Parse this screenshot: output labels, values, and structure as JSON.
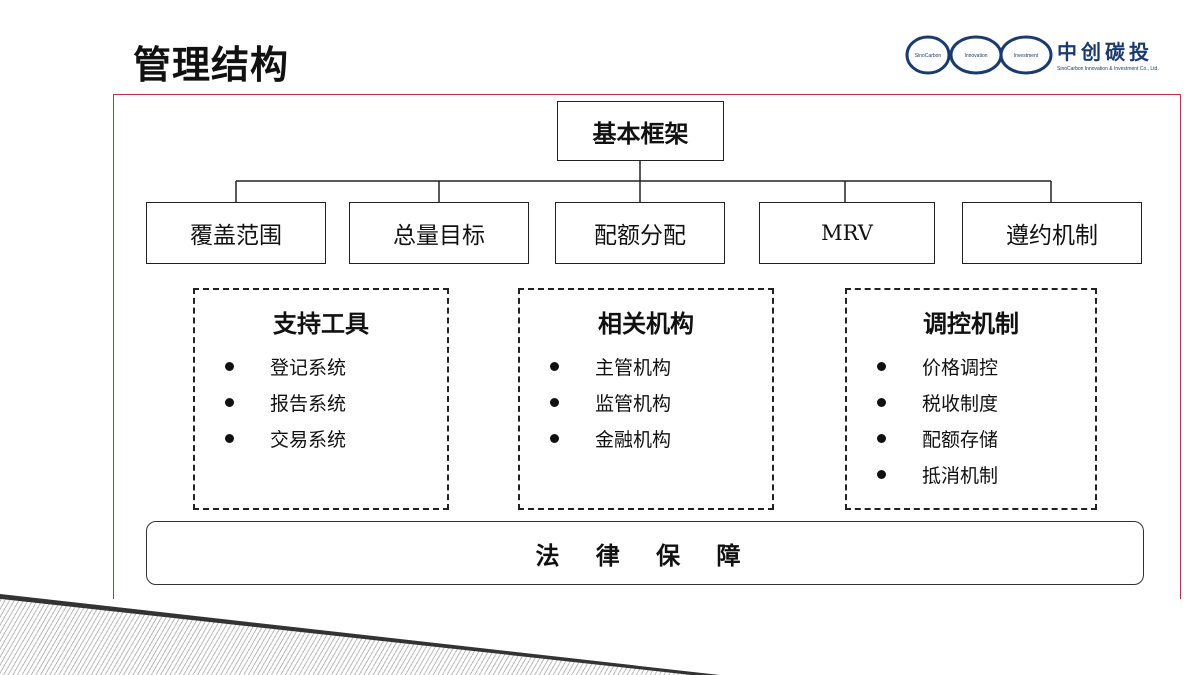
{
  "header": {
    "title": "管理结构"
  },
  "logo": {
    "ellipse_labels": [
      "SinoCarbon",
      "Innovation",
      "Investment"
    ],
    "cn_name": "中创碳投",
    "en_name": "SinoCarbon Innovation & Investment Co., Ltd."
  },
  "diagram": {
    "root": "基本框架",
    "children": [
      "覆盖范围",
      "总量目标",
      "配额分配",
      "MRV",
      "遵约机制"
    ],
    "groups": [
      {
        "title": "支持工具",
        "items": [
          "登记系统",
          "报告系统",
          "交易系统"
        ]
      },
      {
        "title": "相关机构",
        "items": [
          "主管机构",
          "监管机构",
          "金融机构"
        ]
      },
      {
        "title": "调控机制",
        "items": [
          "价格调控",
          "税收制度",
          "配额存储",
          "抵消机制"
        ]
      }
    ],
    "foundation": "法 律 保 障"
  },
  "colors": {
    "frame": "#b8344a",
    "logo": "#1b3b6f"
  }
}
